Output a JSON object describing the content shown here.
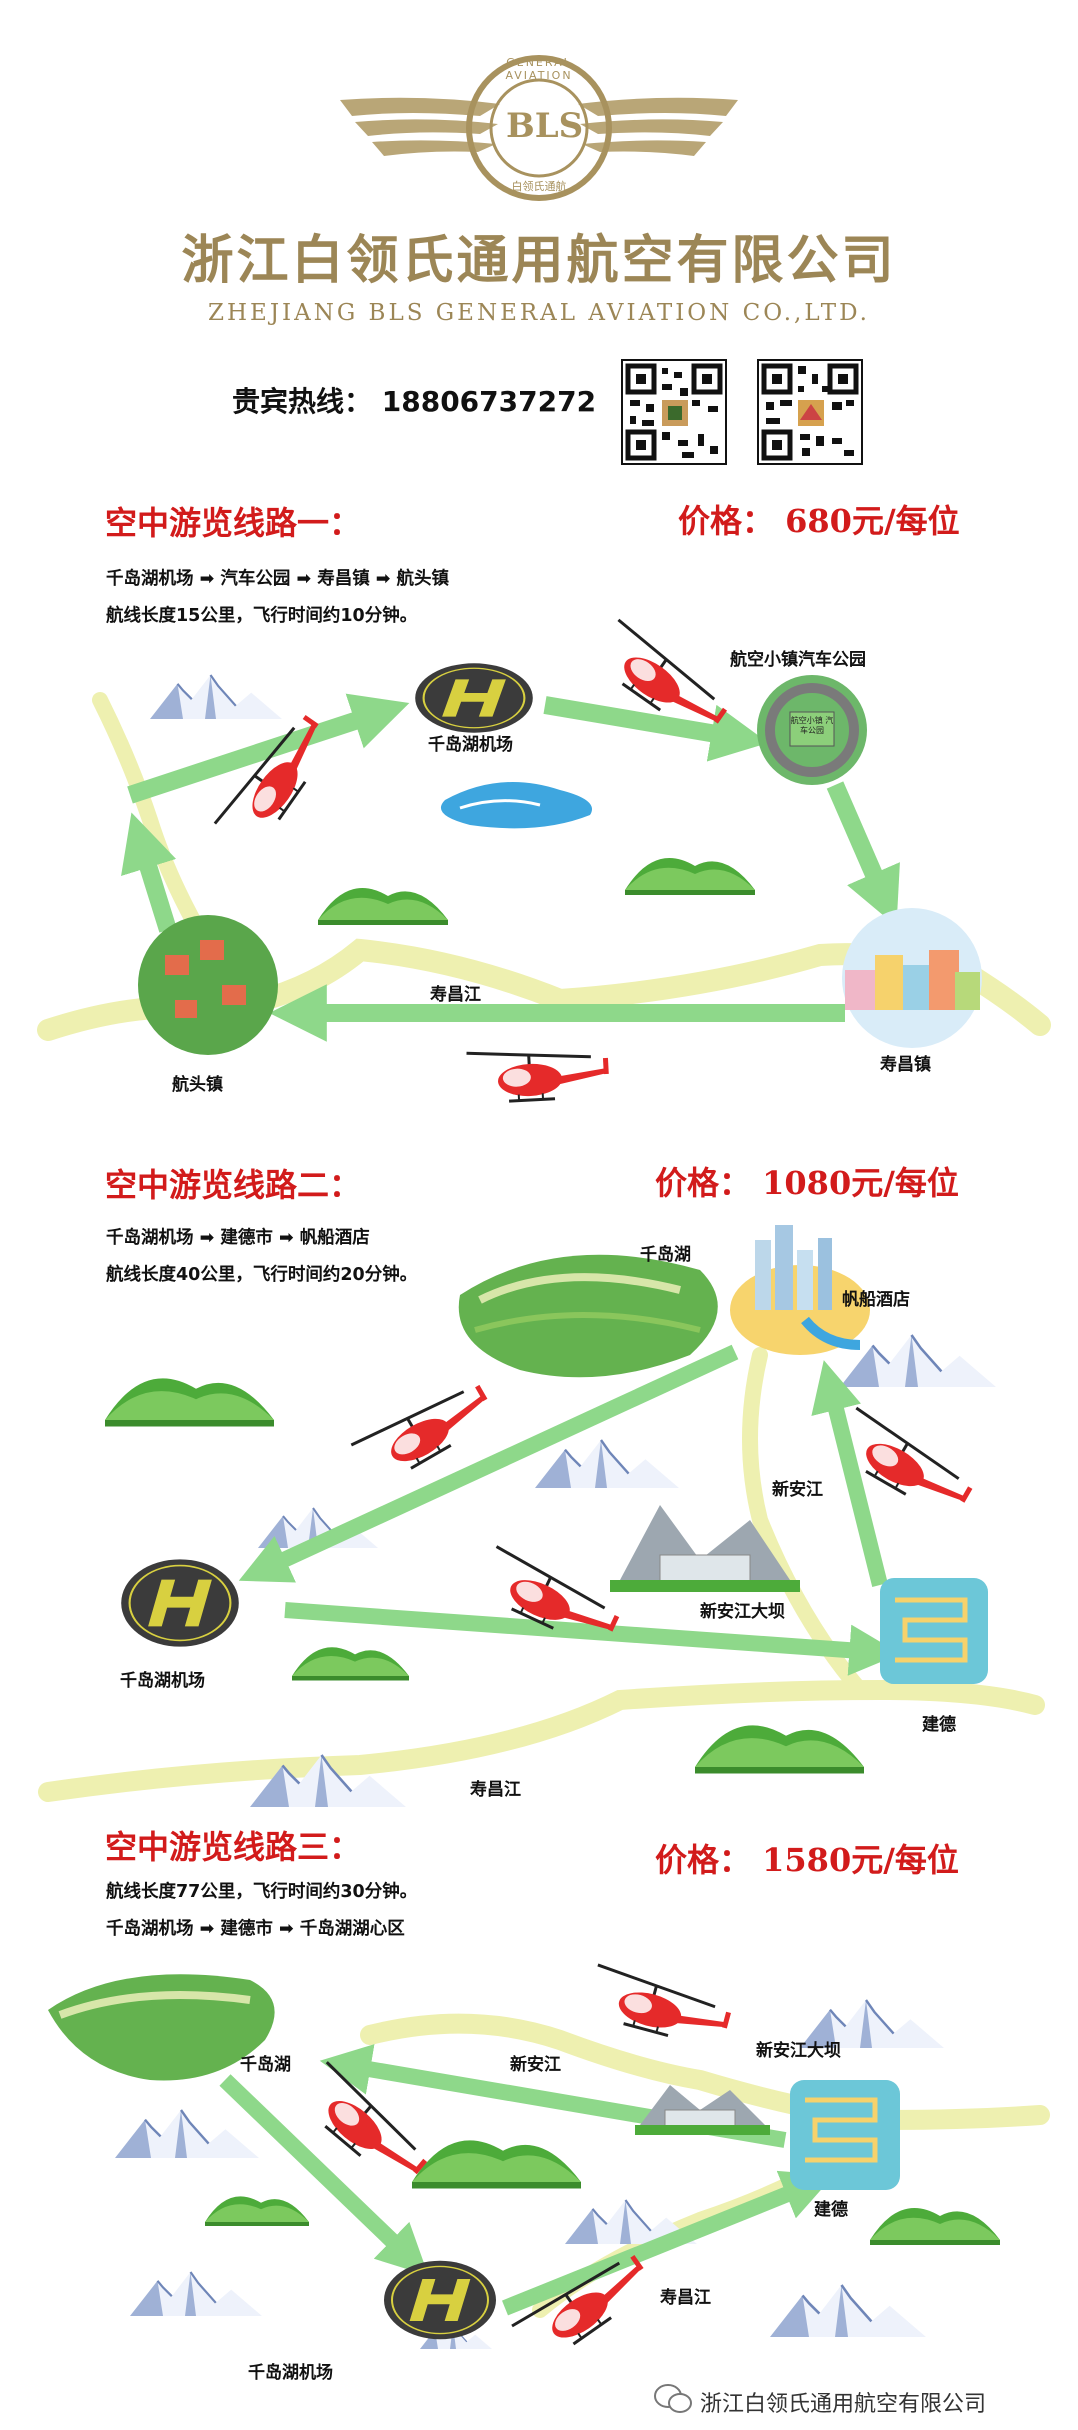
{
  "header": {
    "logo_letters": "BLS",
    "logo_ring_top": "GENERAL AVIATION",
    "logo_ring_bottom": "白领氏通航",
    "company_cn": "浙江白领氏通用航空有限公司",
    "company_en": "ZHEJIANG BLS GENERAL AVIATION CO.,LTD.",
    "hotline": "贵宾热线： 18806737272"
  },
  "routes": [
    {
      "title": "空中游览线路一：",
      "price": "价格： 680元/每位",
      "path": "千岛湖机场 ➡ 汽车公园 ➡ 寿昌镇 ➡ 航头镇",
      "details": "航线长度15公里，飞行时间约10分钟。",
      "labels": {
        "airport": "千岛湖机场",
        "car_park": "航空小镇汽车公园",
        "car_park_badge": "航空小镇 汽车公园",
        "shouchang_town": "寿昌镇",
        "hangtou_town": "航头镇",
        "river": "寿昌江"
      }
    },
    {
      "title": "空中游览线路二：",
      "price": "价格： 1080元/每位",
      "path": "千岛湖机场 ➡ 建德市 ➡ 帆船酒店",
      "details": "航线长度40公里，飞行时间约20分钟。",
      "labels": {
        "lake": "千岛湖",
        "hotel": "帆船酒店",
        "xinanjiang": "新安江",
        "dam": "新安江大坝",
        "airport": "千岛湖机场",
        "jiande": "建德",
        "river": "寿昌江"
      }
    },
    {
      "title": "空中游览线路三：",
      "price": "价格： 1580元/每位",
      "details": "航线长度77公里，飞行时间约30分钟。",
      "path": "千岛湖机场 ➡ 建德市 ➡ 千岛湖湖心区",
      "labels": {
        "lake": "千岛湖",
        "xinanjiang": "新安江",
        "dam": "新安江大坝",
        "jiande": "建德",
        "river": "寿昌江",
        "airport": "千岛湖机场"
      }
    }
  ],
  "footer": {
    "account": "浙江白领氏通用航空有限公司"
  },
  "colors": {
    "brand_gold": "#9c8656",
    "title_red": "#d21b1b",
    "arrow_green": "#8ed88a",
    "river_yellow": "#eef0b0",
    "helicopter_red": "#e52a2a",
    "hill_green": "#4dab3a"
  },
  "icons": [
    "wechat-icon",
    "helicopter-icon",
    "helipad-icon",
    "mountain-icon",
    "hill-icon",
    "town-icon",
    "hotel-icon",
    "dam-icon",
    "lake-icon",
    "qr-code-icon"
  ]
}
